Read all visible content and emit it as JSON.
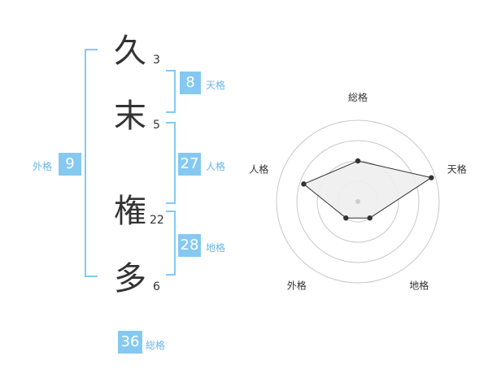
{
  "name_chars": [
    {
      "char": "久",
      "strokes": "3"
    },
    {
      "char": "末",
      "strokes": "5"
    },
    {
      "char": "権",
      "strokes": "22"
    },
    {
      "char": "多",
      "strokes": "6"
    }
  ],
  "kaku": {
    "tenkaku": {
      "value": "8",
      "label": "天格"
    },
    "jinkaku": {
      "value": "27",
      "label": "人格"
    },
    "chikaku": {
      "value": "28",
      "label": "地格"
    },
    "gaikaku": {
      "value": "9",
      "label": "外格"
    },
    "soukaku": {
      "value": "36",
      "label": "総格"
    }
  },
  "chart_data": {
    "type": "radar",
    "axes": [
      "総格",
      "天格",
      "地格",
      "外格",
      "人格"
    ],
    "values": [
      0.5,
      0.95,
      0.25,
      0.25,
      0.7
    ],
    "rings": 4,
    "colors": {
      "ring": "#c8c8c8",
      "fill": "#eeeeee",
      "line": "#333333",
      "point": "#333333",
      "center": "#cccccc"
    }
  }
}
